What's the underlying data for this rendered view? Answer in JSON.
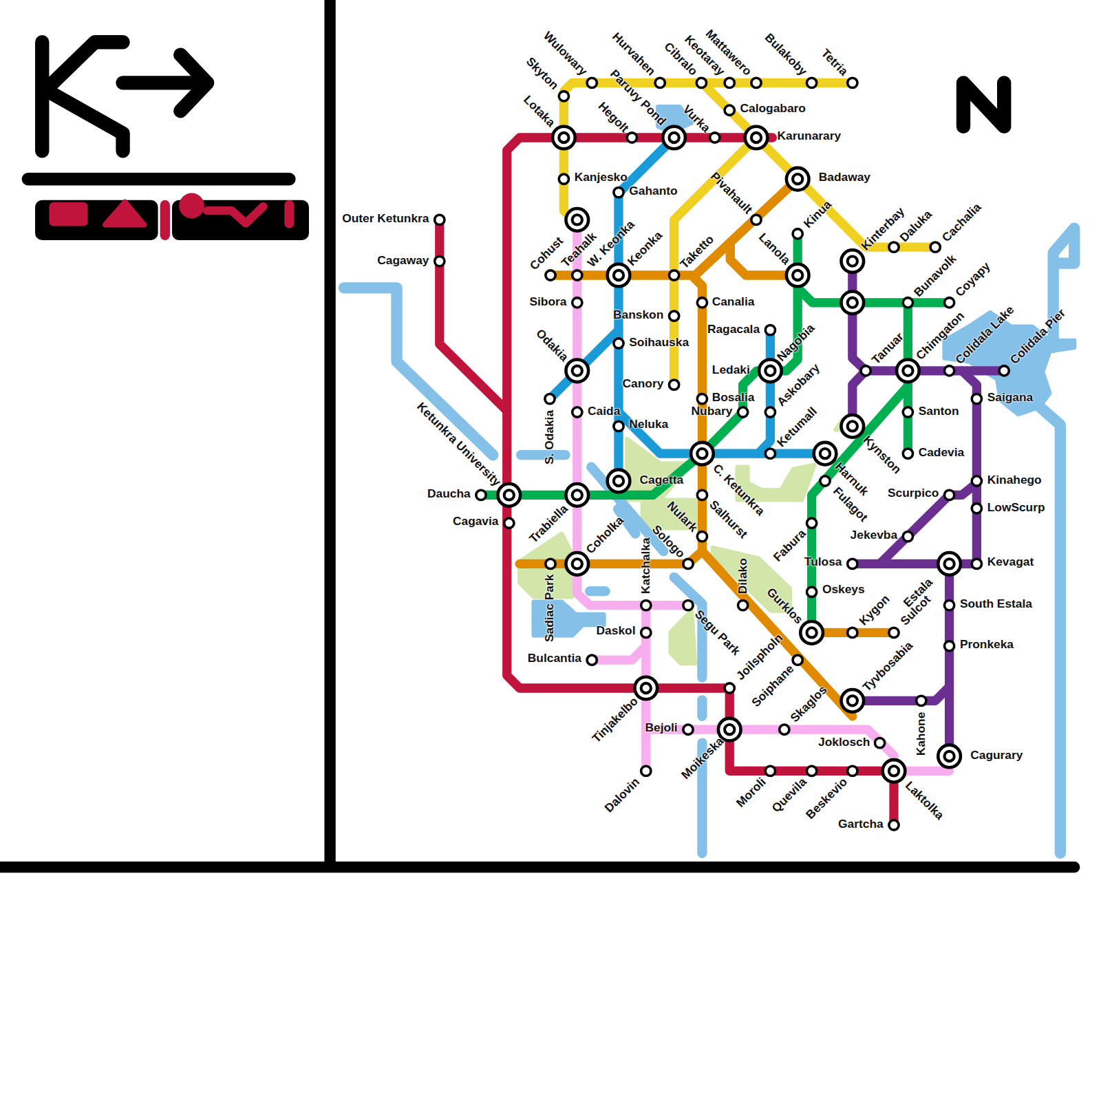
{
  "diagram": {
    "labels": [
      "Wulowary",
      "Skyton",
      "Hurvahen",
      "Cibralo",
      "Keotaray",
      "Mattawero",
      "Bulakoby",
      "Tetria",
      "Lotaka",
      "Hegolt",
      "Paruvy Pond",
      "Vurka",
      "Calogabaro",
      "Karunarary",
      "Badaway",
      "Kanjesko",
      "Gahanto",
      "Pivahault",
      "Outer Ketunkra",
      "Kinua",
      "Kinterbay",
      "Daluka",
      "Cachalia",
      "Cohust",
      "Teahalk",
      "W. Keonka",
      "Keonka",
      "Taketto",
      "Lanola",
      "Cagaway",
      "Sibora",
      "Canalia",
      "Bunavolk",
      "Coyapy",
      "Banskon",
      "Ragacala",
      "Soihauska",
      "Odakia",
      "Nagobia",
      "Tanuar",
      "Chimgaton",
      "Colidala Lake",
      "Colidala Pier",
      "Ledaki",
      "Canory",
      "Bosalia",
      "Saigana",
      "Nubary",
      "Askobary",
      "Caida",
      "Santon",
      "S. Odakia",
      "Neluka",
      "Ketumall",
      "Cadevia",
      "Kynston",
      "C. Ketunkra",
      "Harnuk",
      "Ketunkra University",
      "Cagetta",
      "Kinahego",
      "Fulagot",
      "Daucha",
      "Scurpico",
      "Salhurst",
      "Nulark",
      "Trabiella",
      "LowScurp",
      "Cagavia",
      "Fabura",
      "Jekevba",
      "Coholka",
      "Sologo",
      "Katchalka",
      "Tulosa",
      "Kevagat",
      "Dilako",
      "Sadiac Park",
      "Estala",
      "Gurklos",
      "Oskeys",
      "South Estala",
      "Segu Park",
      "Kygon",
      "Sulcot",
      "Daskol",
      "Pronkeka",
      "Bulcantia",
      "Joilspholn",
      "Soiphane",
      "Tyvbosabia",
      "Tinjakelbo",
      "Kahone",
      "Skaglos",
      "Bejoli",
      "Moikeska",
      "Joklosch",
      "Cagurary",
      "Dalovin",
      "Moroli",
      "Quevila",
      "Beskevio",
      "Laktolka",
      "Gartcha"
    ]
  }
}
